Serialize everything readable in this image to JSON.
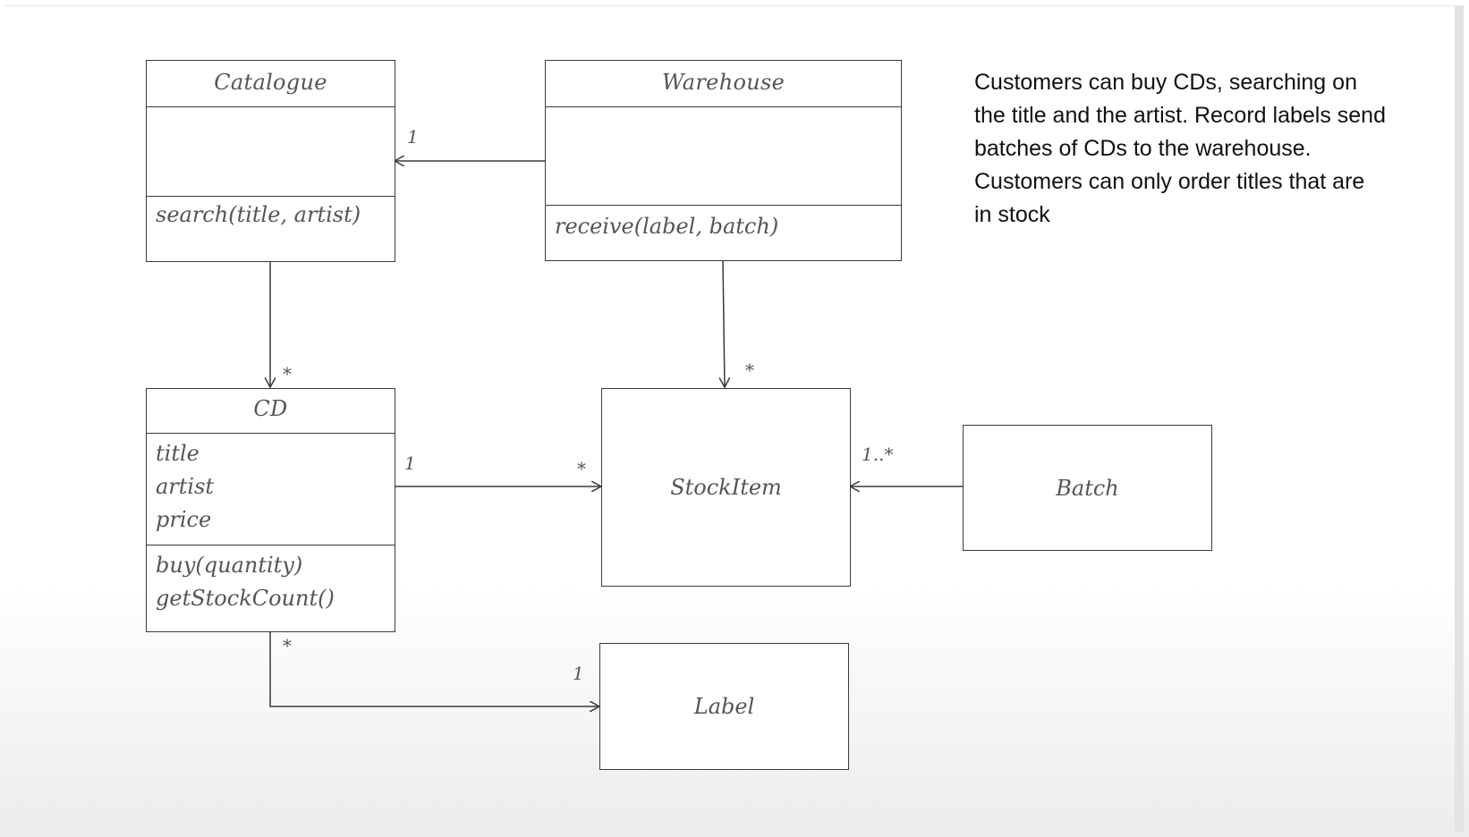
{
  "note": "Customers can buy CDs, searching on the title and the artist. Record labels send batches of CDs to the warehouse. Customers can only order titles that are in stock",
  "classes": {
    "catalogue": {
      "name": "Catalogue",
      "operations": [
        "search(title, artist)"
      ]
    },
    "warehouse": {
      "name": "Warehouse",
      "operations": [
        "receive(label, batch)"
      ]
    },
    "cd": {
      "name": "CD",
      "attributes": [
        "title",
        "artist",
        "price"
      ],
      "operations": [
        "buy(quantity)",
        "getStockCount()"
      ]
    },
    "stockitem": {
      "name": "StockItem"
    },
    "batch": {
      "name": "Batch"
    },
    "label": {
      "name": "Label"
    }
  },
  "multiplicities": {
    "warehouse_catalogue": "1",
    "catalogue_cd": "*",
    "warehouse_stockitem": "*",
    "cd_stockitem_cd_end": "1",
    "cd_stockitem_stock_end": "*",
    "batch_stockitem": "1..*",
    "cd_label_cd_end": "*",
    "cd_label_label_end": "1"
  },
  "colors": {
    "line": "#3a3a3a",
    "text": "#555555"
  }
}
